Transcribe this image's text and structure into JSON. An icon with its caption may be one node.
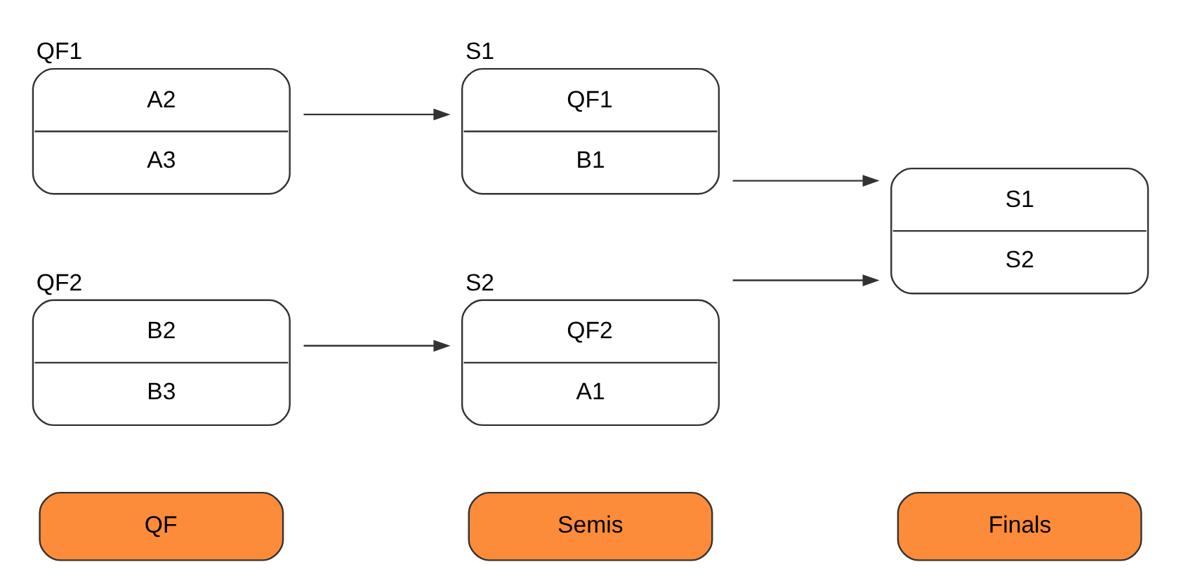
{
  "diagram": {
    "nodes": [
      {
        "text": [
          "QF"
        ]
      },
      {
        "text": [
          "Semis"
        ]
      },
      {
        "text": [
          "Finals"
        ]
      },
      {
        "text": [
          "QF1",
          "A2",
          "A3"
        ]
      },
      {
        "text": [
          "QF2",
          "B2",
          "B3"
        ]
      },
      {
        "text": [
          "S1",
          "QF1",
          "B1"
        ]
      },
      {
        "text": [
          "S2",
          "QF2",
          "A1"
        ]
      },
      {
        "text": [
          "S1",
          "S2"
        ]
      }
    ],
    "edges": [
      {
        "from": 3,
        "to": 5,
        "arrow": "to"
      },
      {
        "from": 4,
        "to": 6,
        "arrow": "to"
      },
      {
        "from": 5,
        "to": 7,
        "arrow": "to"
      },
      {
        "from": 6,
        "to": 7,
        "arrow": "to"
      }
    ]
  }
}
